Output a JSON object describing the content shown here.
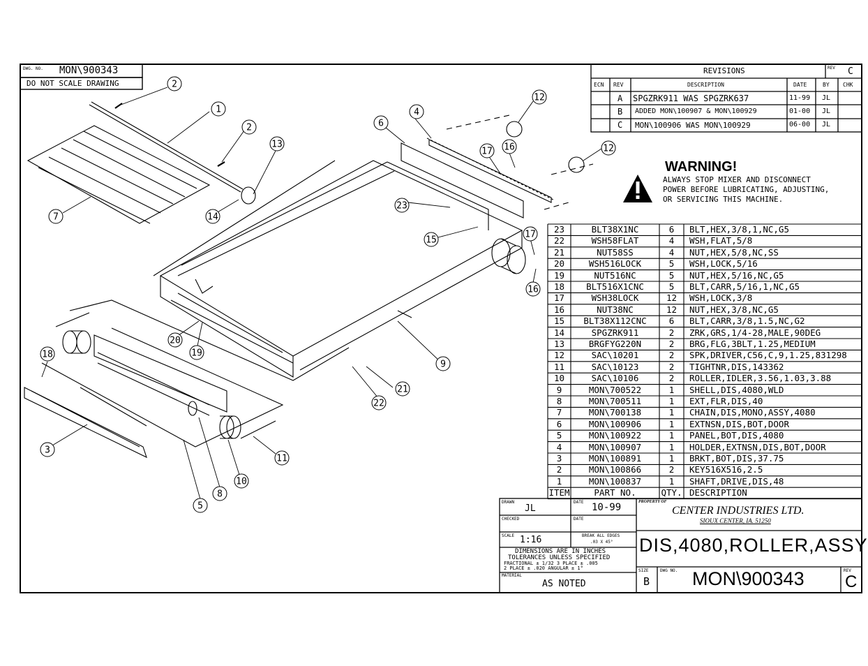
{
  "corner": {
    "dwg_label": "DWG. NO.",
    "dwg_value": "MON\\900343",
    "note": "DO NOT SCALE DRAWING"
  },
  "revisions": {
    "title": "REVISIONS",
    "rev_label": "REV",
    "rev_value": "C",
    "headers": [
      "ECN",
      "REV",
      "DESCRIPTION",
      "DATE",
      "BY",
      "CHK"
    ],
    "rows": [
      {
        "rev": "A",
        "desc": "SPGZRK911 WAS SPGZRK637",
        "date": "11-99",
        "by": "JL"
      },
      {
        "rev": "B",
        "desc": "ADDED MON\\100907 & MON\\100929",
        "date": "01-00",
        "by": "JL"
      },
      {
        "rev": "C",
        "desc": "MON\\100906 WAS MON\\100929",
        "date": "06-00",
        "by": "JL"
      }
    ]
  },
  "warning": {
    "title": "WARNING!",
    "lines": [
      "ALWAYS STOP MIXER AND DISCONNECT",
      "POWER BEFORE LUBRICATING, ADJUSTING,",
      "OR SERVICING THIS MACHINE."
    ]
  },
  "bom": {
    "headers": {
      "item": "ITEM",
      "part": "PART NO.",
      "qty": "QTY.",
      "desc": "DESCRIPTION"
    },
    "rows": [
      {
        "item": "23",
        "part": "BLT38X1NC",
        "qty": "6",
        "desc": "BLT,HEX,3/8,1,NC,G5"
      },
      {
        "item": "22",
        "part": "WSH58FLAT",
        "qty": "4",
        "desc": "WSH,FLAT,5/8"
      },
      {
        "item": "21",
        "part": "NUT58SS",
        "qty": "4",
        "desc": "NUT,HEX,5/8,NC,SS"
      },
      {
        "item": "20",
        "part": "WSH516LOCK",
        "qty": "5",
        "desc": "WSH,LOCK,5/16"
      },
      {
        "item": "19",
        "part": "NUT516NC",
        "qty": "5",
        "desc": "NUT,HEX,5/16,NC,G5"
      },
      {
        "item": "18",
        "part": "BLT516X1CNC",
        "qty": "5",
        "desc": "BLT,CARR,5/16,1,NC,G5"
      },
      {
        "item": "17",
        "part": "WSH38LOCK",
        "qty": "12",
        "desc": "WSH,LOCK,3/8"
      },
      {
        "item": "16",
        "part": "NUT38NC",
        "qty": "12",
        "desc": "NUT,HEX,3/8,NC,G5"
      },
      {
        "item": "15",
        "part": "BLT38X112CNC",
        "qty": "6",
        "desc": "BLT,CARR,3/8,1.5,NC,G2"
      },
      {
        "item": "14",
        "part": "SPGZRK911",
        "qty": "2",
        "desc": "ZRK,GRS,1/4-28,MALE,90DEG"
      },
      {
        "item": "13",
        "part": "BRGFYG220N",
        "qty": "2",
        "desc": "BRG,FLG,3BLT,1.25,MEDIUM"
      },
      {
        "item": "12",
        "part": "SAC\\10201",
        "qty": "2",
        "desc": "SPK,DRIVER,C56,C,9,1.25,831298"
      },
      {
        "item": "11",
        "part": "SAC\\10123",
        "qty": "2",
        "desc": "TIGHTNR,DIS,143362"
      },
      {
        "item": "10",
        "part": "SAC\\10106",
        "qty": "2",
        "desc": "ROLLER,IDLER,3.56,1.03,3.88"
      },
      {
        "item": "9",
        "part": "MON\\700522",
        "qty": "1",
        "desc": "SHELL,DIS,4080,WLD"
      },
      {
        "item": "8",
        "part": "MON\\700511",
        "qty": "1",
        "desc": "EXT,FLR,DIS,40"
      },
      {
        "item": "7",
        "part": "MON\\700138",
        "qty": "1",
        "desc": "CHAIN,DIS,MONO,ASSY,4080"
      },
      {
        "item": "6",
        "part": "MON\\100906",
        "qty": "1",
        "desc": "EXTNSN,DIS,BOT,DOOR"
      },
      {
        "item": "5",
        "part": "MON\\100922",
        "qty": "1",
        "desc": "PANEL,BOT,DIS,4080"
      },
      {
        "item": "4",
        "part": "MON\\100907",
        "qty": "1",
        "desc": "HOLDER,EXTNSN,DIS,BOT,DOOR"
      },
      {
        "item": "3",
        "part": "MON\\100891",
        "qty": "1",
        "desc": "BRKT,BOT,DIS,37.75"
      },
      {
        "item": "2",
        "part": "MON\\100866",
        "qty": "2",
        "desc": "KEY516X516,2.5"
      },
      {
        "item": "1",
        "part": "MON\\100837",
        "qty": "1",
        "desc": "SHAFT,DRIVE,DIS,48"
      }
    ]
  },
  "titleblock": {
    "drawn_label": "DRAWN",
    "drawn_value": "JL",
    "date_label": "DATE",
    "date_value": "10-99",
    "checked_label": "CHECKED",
    "date2_label": "DATE",
    "scale_label": "SCALE",
    "scale_value": "1:16",
    "edges_line1": "BREAK ALL EDGES",
    "edges_line2": ".03 X 45°",
    "dims_line1": "DIMENSIONS ARE IN INCHES",
    "dims_line2": "TOLERANCES UNLESS SPECIFIED",
    "dims_line3": "FRACTIONAL ± 1/32    3 PLACE ± .005",
    "dims_line4": "2 PLACE ± .020     ANGULAR ± 1°",
    "material_label": "MATERIAL",
    "material_value": "AS NOTED",
    "property_label": "PROPERTY OF",
    "company": "CENTER INDUSTRIES LTD.",
    "address": "SIOUX CENTER, IA. 51250",
    "title": "DIS,4080,ROLLER,ASSY",
    "size_label": "SIZE",
    "size_value": "B",
    "dwg_label": "DWG NO.",
    "dwg_value": "MON\\900343",
    "rev_label": "REV",
    "rev_value": "C"
  },
  "balloons": [
    "1",
    "2",
    "2",
    "3",
    "4",
    "5",
    "6",
    "7",
    "8",
    "9",
    "10",
    "11",
    "12",
    "12",
    "13",
    "14",
    "15",
    "16",
    "16",
    "17",
    "17",
    "18",
    "19",
    "20",
    "21",
    "22",
    "23"
  ]
}
